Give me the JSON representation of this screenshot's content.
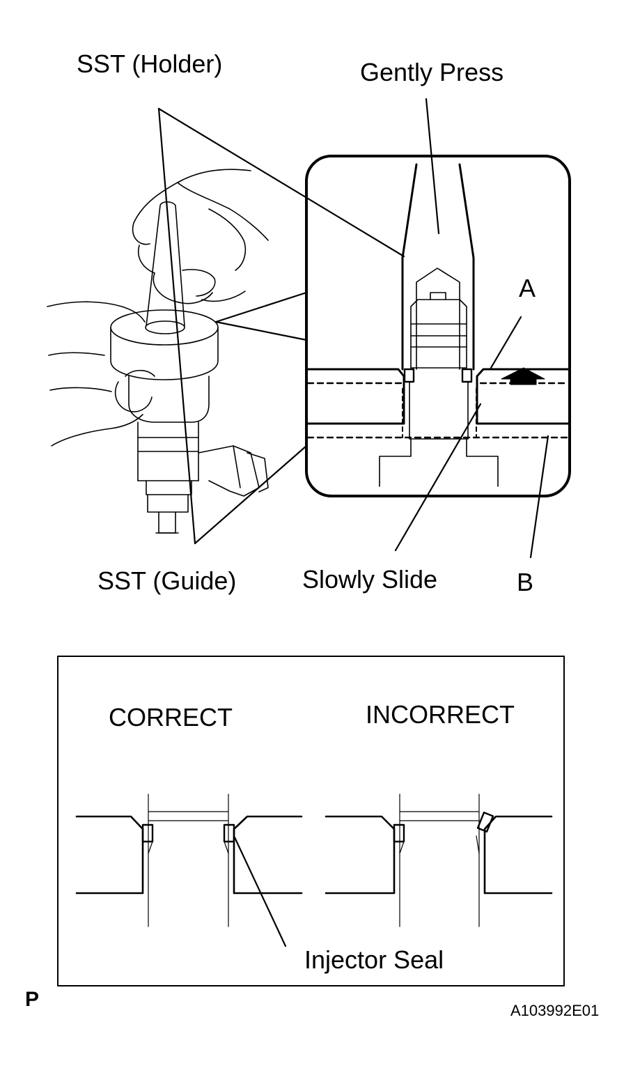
{
  "labels": {
    "sst_holder": "SST (Holder)",
    "gently_press": "Gently Press",
    "label_a": "A",
    "sst_guide": "SST (Guide)",
    "slowly_slide": "Slowly Slide",
    "label_b": "B",
    "correct": "CORRECT",
    "incorrect": "INCORRECT",
    "injector_seal": "Injector Seal",
    "page_marker": "P",
    "figure_id": "A103992E01"
  },
  "colors": {
    "ink": "#000000",
    "paper": "#ffffff"
  }
}
